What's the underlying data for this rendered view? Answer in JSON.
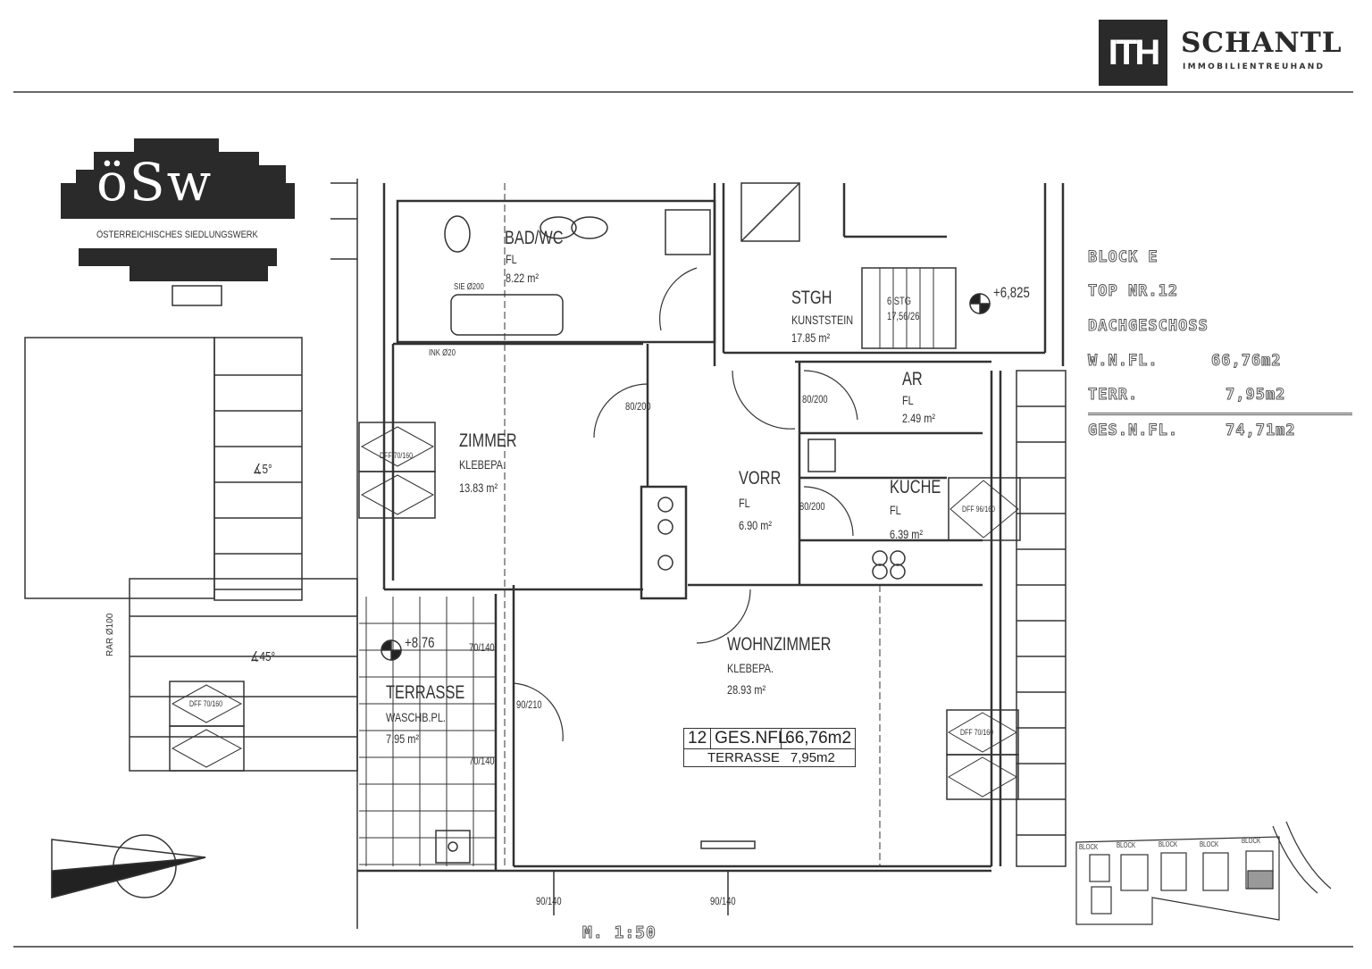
{
  "branding": {
    "agency_mark": "ITH",
    "agency_name": "SCHANTL",
    "agency_subtitle": "IMMOBILIENTREUHAND",
    "developer_mark": "öSw",
    "developer_name": "ÖSTERREICHISCHES SIEDLUNGSWERK"
  },
  "info": {
    "block": "BLOCK E",
    "top": "TOP NR.12",
    "floor": "DACHGESCHOSS",
    "wnfl_label": "W.N.FL.",
    "wnfl_value": "66,76m2",
    "terr_label": "TERR.",
    "terr_value": "7,95m2",
    "total_label": "GES.N.FL.",
    "total_value": "74,71m2"
  },
  "rooms": [
    {
      "name": "BAD/WC",
      "floor": "FL",
      "area": "8.22 m²"
    },
    {
      "name": "ZIMMER",
      "floor": "KLEBEPA.",
      "area": "13.83 m²"
    },
    {
      "name": "STGH",
      "floor": "KUNSTSTEIN",
      "area": "17.85 m²"
    },
    {
      "name": "AR",
      "floor": "FL",
      "area": "2.49 m²"
    },
    {
      "name": "VORR",
      "floor": "FL",
      "area": "6.90 m²"
    },
    {
      "name": "KÜCHE",
      "floor": "FL",
      "area": "6.39 m²"
    },
    {
      "name": "WOHNZIMMER",
      "floor": "KLEBEPA.",
      "area": "28.93 m²"
    },
    {
      "name": "TERRASSE",
      "floor": "WASCHB.PL.",
      "area": "7.95 m²"
    }
  ],
  "summary": {
    "top_no": "12",
    "total_label": "GES.NFL.",
    "total_value": "66,76m2",
    "terrace_label": "TERRASSE",
    "terrace_value": "7,95m2"
  },
  "annotations": {
    "elev_stair": "+6,825",
    "elev_terrace": "+8,76",
    "stairs": "6 STG",
    "stairs_dim": "17,56/26",
    "roof_slope_1": "∡5°",
    "roof_slope_2": "∡45°",
    "scale": "M. 1:50",
    "rar": "RAR Ø100",
    "dff_1": "DFF 70/160",
    "dff_2": "DFF 96/160",
    "door_80_200": "80/200",
    "door_90_210": "90/210",
    "win_70_140": "70/140",
    "win_90_140": "90/140",
    "sie": "SIE Ø200",
    "ink": "INK Ø20"
  },
  "site_plan": {
    "label": "BLOCK"
  }
}
